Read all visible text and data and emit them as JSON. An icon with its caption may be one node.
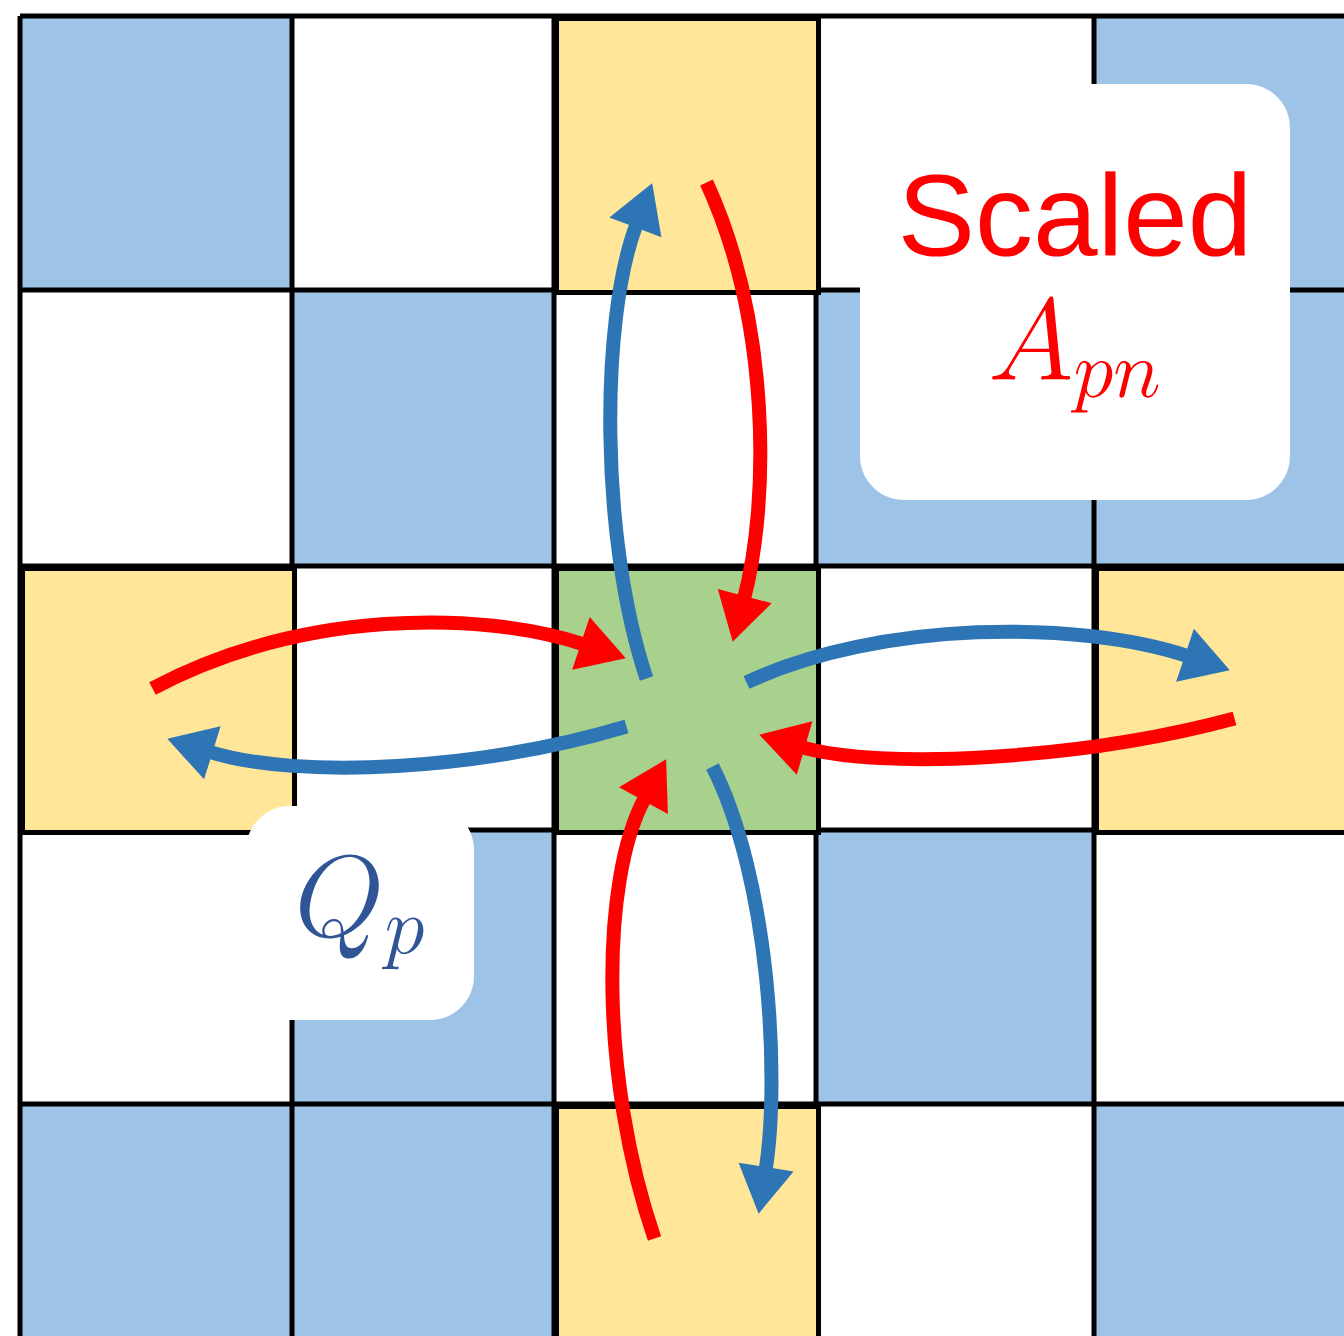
{
  "diagram": {
    "nodes": [
      {
        "text": [],
        "shape": "box"
      },
      {
        "text": [
          "Scaled",
          "A_{pn}"
        ]
      },
      {
        "text": [],
        "shape": "box"
      },
      {
        "text": [],
        "shape": "box"
      },
      {
        "text": [],
        "shape": "box"
      },
      {
        "text": [
          "Q_p"
        ]
      },
      {
        "text": [],
        "shape": "box"
      }
    ],
    "edges": [
      {
        "from": 3,
        "to": 0,
        "arrow": "to",
        "color": "#2e75b6"
      },
      {
        "from": 0,
        "to": 3,
        "arrow": "to",
        "color": "#ff0000"
      },
      {
        "from": 2,
        "to": 3,
        "arrow": "to",
        "color": "#ff0000"
      },
      {
        "from": 3,
        "to": 2,
        "arrow": "to",
        "color": "#2e75b6"
      },
      {
        "from": 3,
        "to": 4,
        "arrow": "to",
        "color": "#2e75b6"
      },
      {
        "from": 4,
        "to": 3,
        "arrow": "to",
        "color": "#ff0000"
      },
      {
        "from": 6,
        "to": 3,
        "arrow": "to",
        "color": "#ff0000"
      },
      {
        "from": 3,
        "to": 6,
        "arrow": "to",
        "color": "#2e75b6"
      }
    ]
  }
}
